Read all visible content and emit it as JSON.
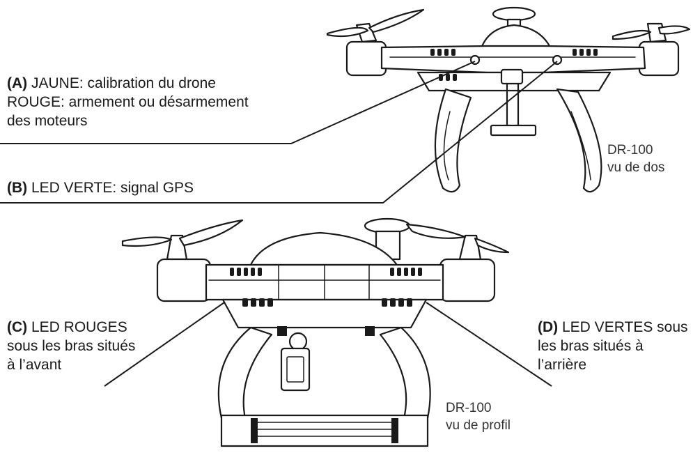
{
  "callouts": {
    "a": {
      "code": "(A)",
      "lines": [
        "JAUNE: calibration du drone",
        "ROUGE: armement ou désarmement",
        "des moteurs"
      ]
    },
    "b": {
      "code": "(B)",
      "lines": [
        "LED VERTE: signal GPS"
      ]
    },
    "c": {
      "code": "(C)",
      "lines": [
        "LED ROUGES",
        "sous les bras situés",
        "à l’avant"
      ]
    },
    "d": {
      "code": "(D)",
      "lines": [
        "LED VERTES sous",
        "les bras situés à",
        "l’arrière"
      ]
    }
  },
  "captions": {
    "rear": {
      "model": "DR-100",
      "view": "vu de dos"
    },
    "side": {
      "model": "DR-100",
      "view": "vu de profil"
    }
  }
}
